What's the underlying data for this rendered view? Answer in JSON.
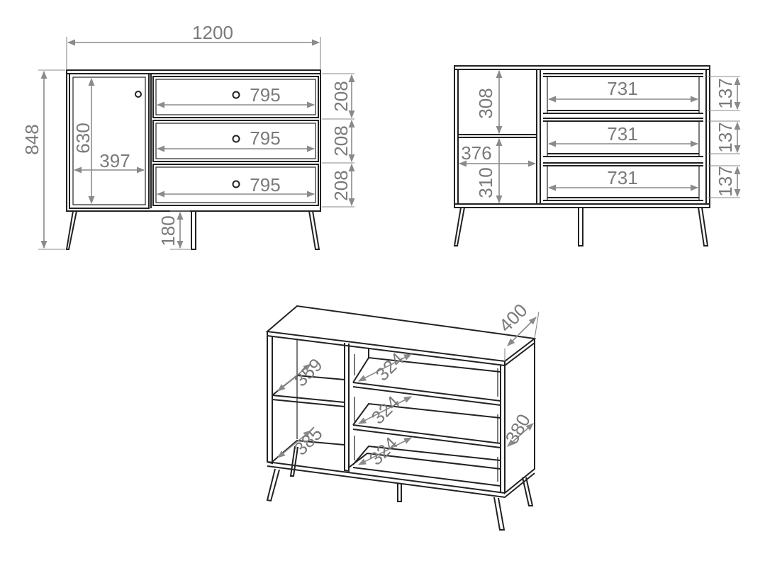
{
  "dimensions": {
    "front": {
      "overall_width": "1200",
      "overall_height": "848",
      "door_height": "630",
      "door_width": "397",
      "drawer_widths": [
        "795",
        "795",
        "795"
      ],
      "drawer_heights": [
        "208",
        "208",
        "208"
      ],
      "leg_height": "180"
    },
    "rear": {
      "shelf_top_height": "308",
      "shelf_bottom_height": "310",
      "shelf_width": "376",
      "drawer_inner_widths": [
        "731",
        "731",
        "731"
      ],
      "drawer_inner_heights": [
        "137",
        "137",
        "137"
      ]
    },
    "perspective": {
      "depth": "400",
      "shelf_depth_top": "359",
      "shelf_depth_bottom": "385",
      "drawer_depths": [
        "324",
        "324",
        "324"
      ],
      "side_depth": "380"
    }
  }
}
